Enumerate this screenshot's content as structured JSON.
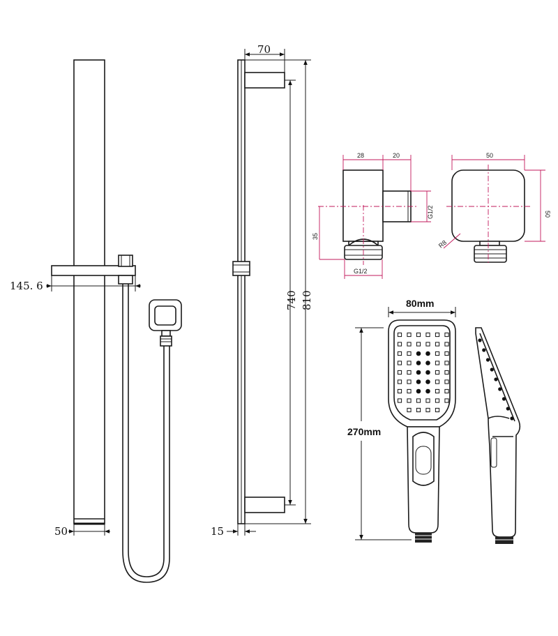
{
  "rail_front": {
    "bracket_width": "145. 6",
    "base_width": "50"
  },
  "rail_side": {
    "projection": "70",
    "wall_gap": "15",
    "rail_length": "740",
    "total_height": "810"
  },
  "elbow_side": {
    "depth_body": "28",
    "depth_nut": "20",
    "thread_side": "G1/2",
    "thread_bottom": "G1/2",
    "offset": "35"
  },
  "elbow_front": {
    "width": "50",
    "height": "50",
    "radius": "R8"
  },
  "handset": {
    "width": "80mm",
    "length": "270mm"
  },
  "colors": {
    "line": "#1a1a1a",
    "center_line": "#c2185b",
    "background": "#ffffff"
  }
}
